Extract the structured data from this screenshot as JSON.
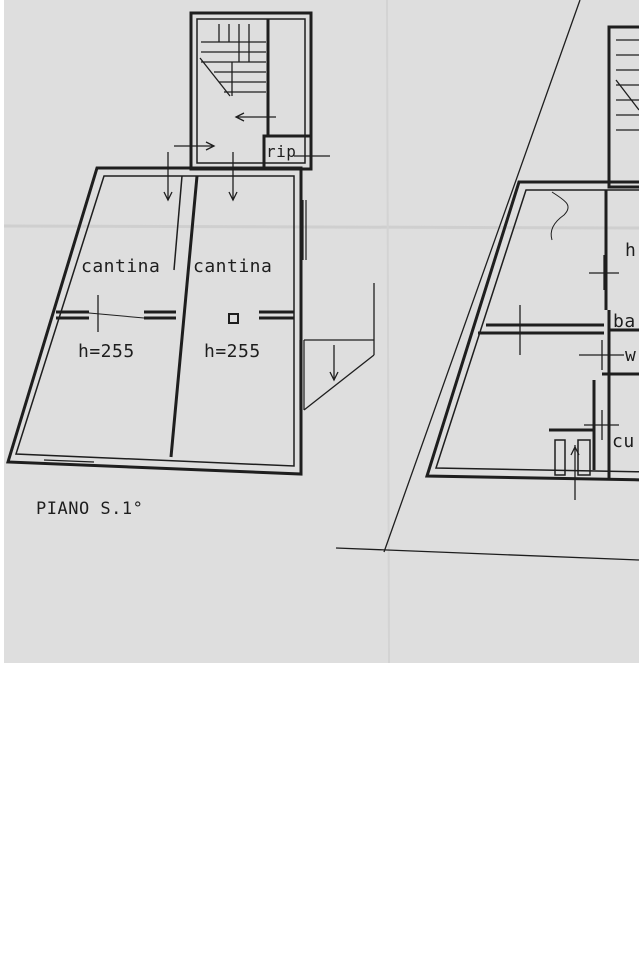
{
  "drawing": {
    "floor_title": "PIANO S.1°",
    "left_plan": {
      "room_left_label": "cantina",
      "room_right_label": "cantina",
      "height_left": "h=255",
      "height_right": "h=255",
      "stair_room_label": "rip"
    },
    "right_plan": {
      "height_partial": "h",
      "bath_partial": "ba",
      "wc_partial": "w",
      "kitchen_partial": "cu"
    }
  },
  "colors": {
    "paper": "#dedede",
    "ink": "#1e1e1e",
    "background": "#ffffff"
  }
}
